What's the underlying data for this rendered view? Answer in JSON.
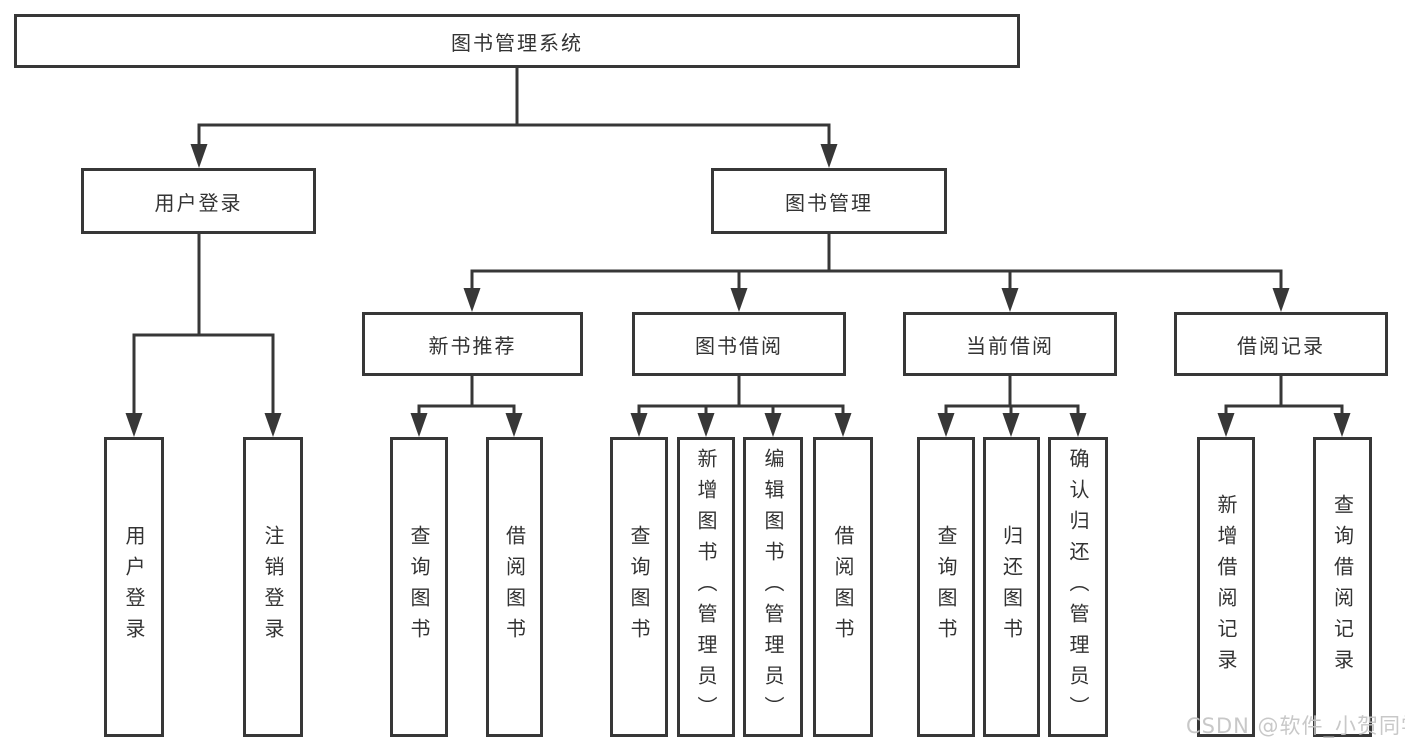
{
  "diagram": {
    "root": {
      "label": "图书管理系统"
    },
    "level2": [
      {
        "label": "用户登录"
      },
      {
        "label": "图书管理"
      }
    ],
    "level3": [
      {
        "label": "新书推荐"
      },
      {
        "label": "图书借阅"
      },
      {
        "label": "当前借阅"
      },
      {
        "label": "借阅记录"
      }
    ],
    "leaves": [
      {
        "label": "用户登录"
      },
      {
        "label": "注销登录"
      },
      {
        "label": "查询图书"
      },
      {
        "label": "借阅图书"
      },
      {
        "label": "查询图书"
      },
      {
        "label": "新增图书（管理员）"
      },
      {
        "label": "编辑图书（管理员）"
      },
      {
        "label": "借阅图书"
      },
      {
        "label": "查询图书"
      },
      {
        "label": "归还图书"
      },
      {
        "label": "确认归还（管理员）"
      },
      {
        "label": "新增借阅记录"
      },
      {
        "label": "查询借阅记录"
      }
    ]
  },
  "watermark": {
    "text": "CSDN @软件_小贺同学"
  },
  "colors": {
    "line": "#373737",
    "text": "#333333",
    "watermark": "#c5c5c5"
  }
}
